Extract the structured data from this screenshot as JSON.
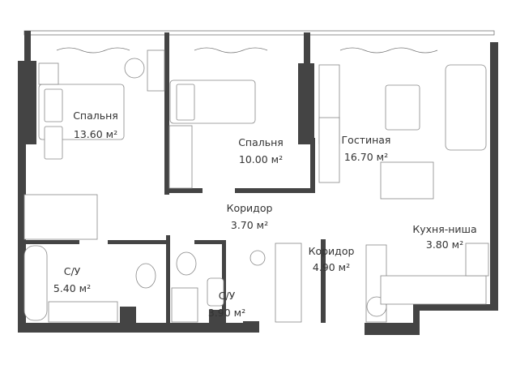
{
  "rooms": [
    {
      "name": "Спальня",
      "area": "13.60 м²"
    },
    {
      "name": "Спальня",
      "area": "10.00 м²"
    },
    {
      "name": "Гостиная",
      "area": "16.70 м²"
    },
    {
      "name": "Коридор",
      "area": "3.70 м²"
    },
    {
      "name": "Кухня-ниша",
      "area": "3.80 м²"
    },
    {
      "name": "С/У",
      "area": "5.40 м²"
    },
    {
      "name": "Коридор",
      "area": "4.90 м²"
    },
    {
      "name": "С/У",
      "area": "3.90 м²"
    }
  ],
  "colors": {
    "wall": "#444444",
    "line": "#888888"
  }
}
